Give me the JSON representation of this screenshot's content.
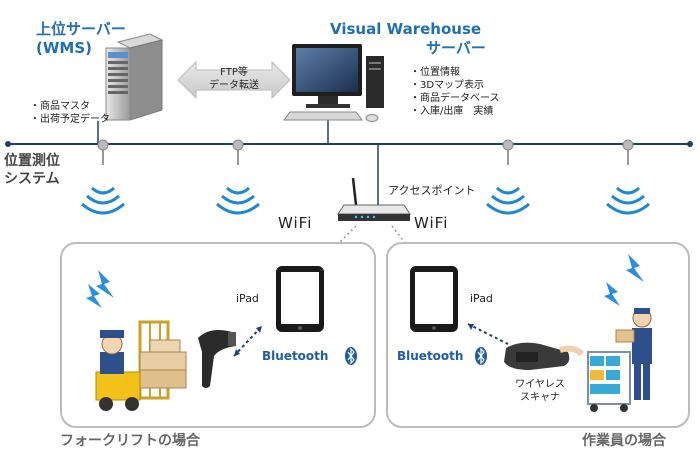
{
  "upper_server": {
    "title_line1": "上位サーバー",
    "title_line2": "(WMS)",
    "items": [
      "商品マスタ",
      "出荷予定データ"
    ]
  },
  "transfer": {
    "line1": "FTP等",
    "line2": "データ転送"
  },
  "vw_server": {
    "title_line1": "Visual Warehouse",
    "title_line2": "サーバー",
    "items": [
      "位置情報",
      "3Dマップ表示",
      "商品データベース",
      "入庫/出庫　実績"
    ]
  },
  "positioning": {
    "line1": "位置測位",
    "line2": "システム"
  },
  "access_point": {
    "label": "アクセスポイント"
  },
  "wifi": {
    "left": "WiFi",
    "right": "WiFi"
  },
  "forklift_panel": {
    "ipad": "iPad",
    "bluetooth": "Bluetooth",
    "caption": "フォークリフトの場合"
  },
  "worker_panel": {
    "ipad": "iPad",
    "bluetooth": "Bluetooth",
    "scanner_line1": "ワイヤレス",
    "scanner_line2": "スキャナ",
    "caption": "作業員の場合"
  },
  "colors": {
    "accent": "#1f6fb4",
    "line": "#1e3f6e",
    "bluetooth": "#1f5da8",
    "panel_border": "#bcbcbc"
  }
}
